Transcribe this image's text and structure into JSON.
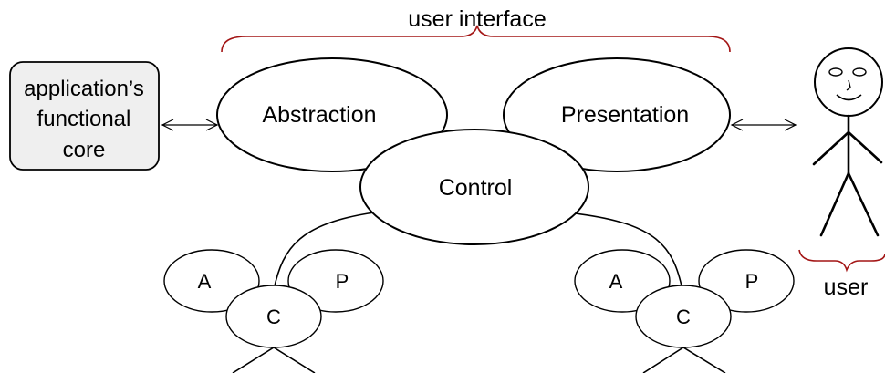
{
  "labels": {
    "user_interface": "user interface",
    "user": "user",
    "core_line1": "application’s",
    "core_line2": "functional",
    "core_line3": "core",
    "abstraction": "Abstraction",
    "presentation": "Presentation",
    "control": "Control",
    "child_left_a": "A",
    "child_left_p": "P",
    "child_left_c": "C",
    "child_right_a": "A",
    "child_right_p": "P",
    "child_right_c": "C"
  },
  "colors": {
    "brace": "#a31515",
    "core_fill": "#efefef",
    "stroke": "#000000"
  }
}
